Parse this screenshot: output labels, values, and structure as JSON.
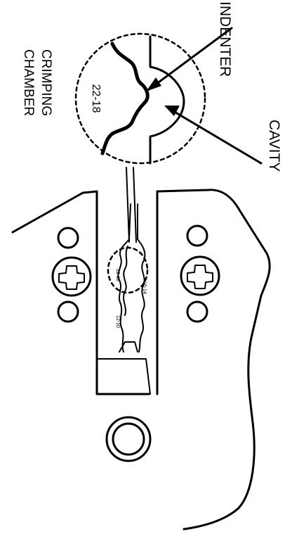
{
  "labels": {
    "indenter": "INDENTER",
    "cavity": "CAVITY",
    "chamber_line1": "CRIMPING",
    "chamber_line2": "CHAMBER",
    "gauge": "22-18"
  },
  "colors": {
    "ink": "#000000",
    "background": "#ffffff"
  }
}
